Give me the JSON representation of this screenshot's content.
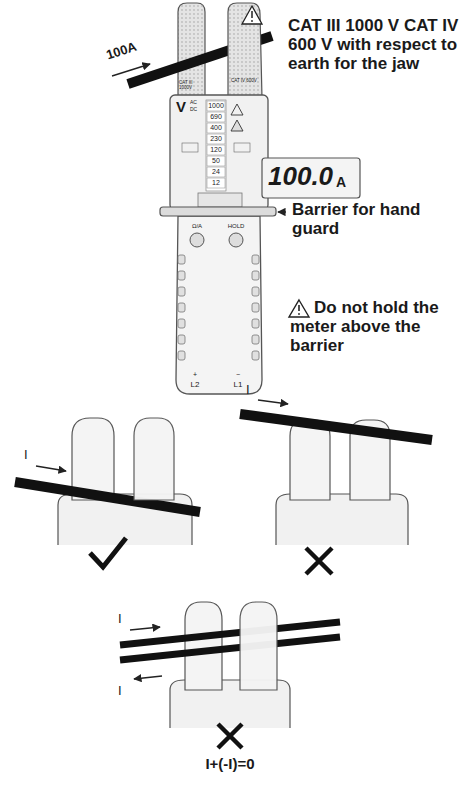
{
  "diagram": {
    "labels": [
      "100A",
      "CAT III 1000 V CAT IV 600 V with respect to earth for the jaw",
      "CAT III 1000V",
      "CAT IV 600V",
      "V",
      "AC",
      "DC",
      "1000",
      "690",
      "400",
      "230",
      "120",
      "50",
      "24",
      "12",
      "100.0",
      "A",
      "Barrier for hand guard",
      "Do not hold the meter above the barrier",
      "Ω/A",
      "HOLD",
      "L2",
      "L1",
      "+",
      "−",
      "I",
      "I",
      "I",
      "I",
      "I+(-I)=0"
    ]
  }
}
